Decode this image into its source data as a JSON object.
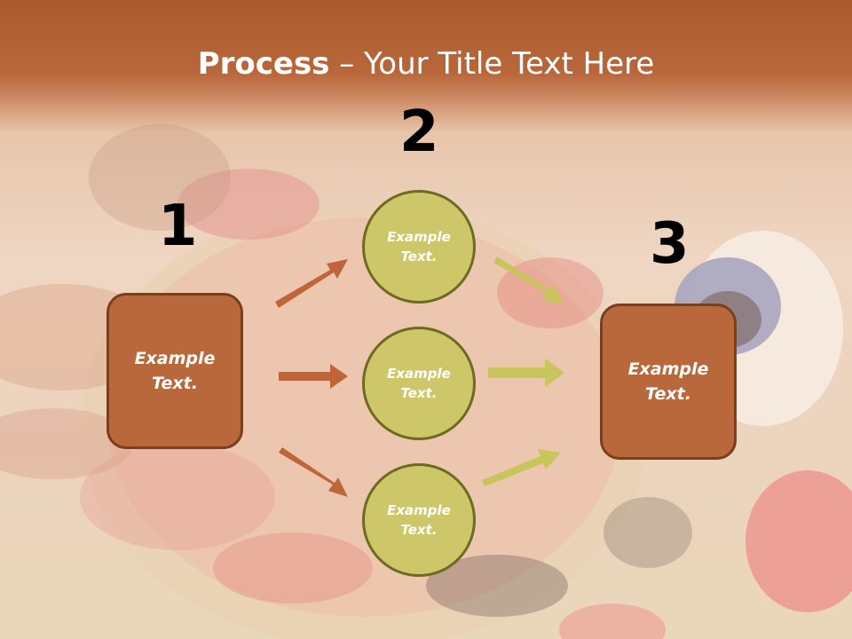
{
  "title": {
    "bold": "Process",
    "rest": " – Your Title Text Here"
  },
  "steps": [
    {
      "number": "1",
      "box_text": "Example\nText."
    },
    {
      "number": "2",
      "circles": [
        "Example\nText.",
        "Example\nText.",
        "Example\nText."
      ]
    },
    {
      "number": "3",
      "box_text": "Example\nText."
    }
  ],
  "colors": {
    "title_band": "#b9673a",
    "box_fill": "#b9683b",
    "circle_fill": "#cdc769",
    "left_arrows": "#c0653a",
    "right_arrows": "#c8c55c"
  }
}
